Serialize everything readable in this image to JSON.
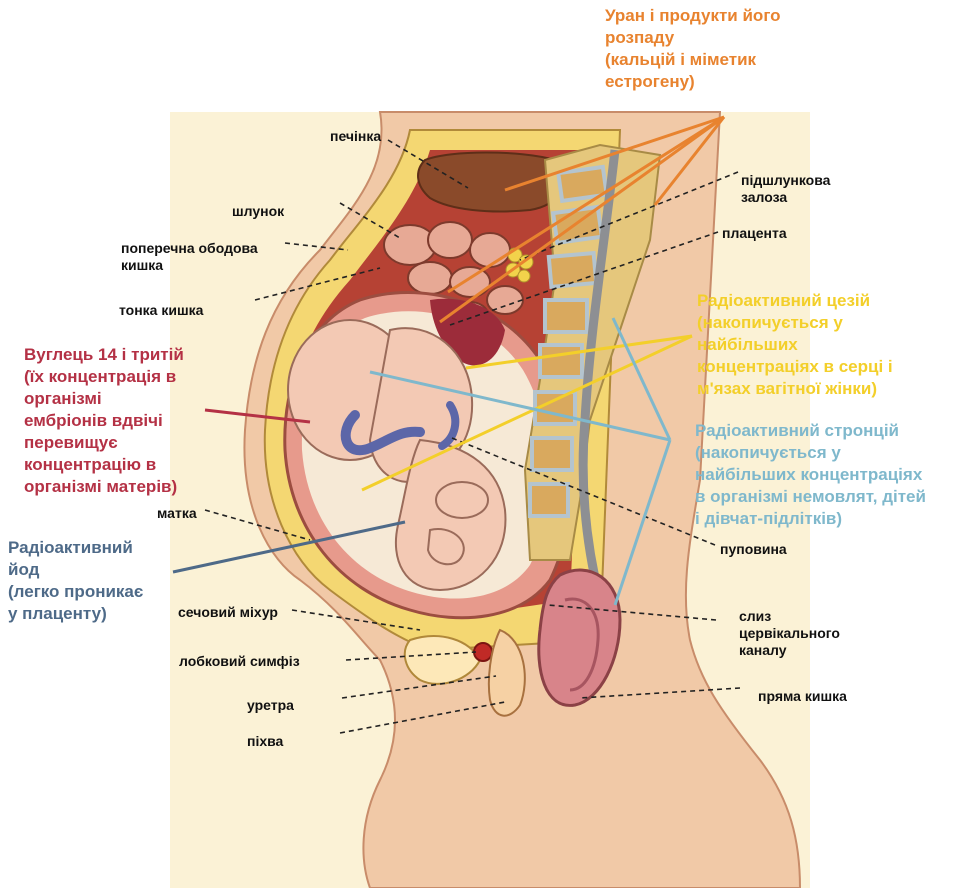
{
  "colors": {
    "uranium": "#e8832f",
    "cesium": "#f3cf2a",
    "strontium": "#7fb8cc",
    "carbon_tritium": "#b43145",
    "iodine": "#4e6a88",
    "label": "#111111",
    "leader": "#222222",
    "background_panel": "#fbf2d6"
  },
  "anatomy_labels": {
    "liver": "печінка",
    "stomach": "шлунок",
    "colon": "поперечна ободова\nкишка",
    "small_intestine": "тонка кишка",
    "pancreas": "підшлункова\nзалоза",
    "placenta": "плацента",
    "uterus": "матка",
    "umbilical_cord": "пуповина",
    "bladder": "сечовий міхур",
    "cervical_mucus": "слиз\nцервікального\nканалу",
    "pubic_symphysis": "лобковий симфіз",
    "urethra": "уретра",
    "rectum": "пряма кишка",
    "vagina": "піхва"
  },
  "radionuclides": {
    "uranium": "Уран і продукти його\nрозпаду\n(кальцій і міметик\nестрогену)",
    "cesium": "Радіоактивний цезій\n(накопичується у\nнайбільших\nконцентраціях в серці і\nм'язах вагітної жінки)",
    "strontium": "Радіоактивний стронцій\n(накопичується у\nнайбільших концентраціях\nв організмі немовлят, дітей\nі дівчат-підлітків)",
    "carbon_tritium": "Вуглець 14 і тритій\n(їх концентрація в\nорганізмі\nембріонів вдвічі\nперевищує\nконцентрацію в\nорганізмі матерів)",
    "iodine": "Радіоактивний\nйод\n(легко проникає\nу плаценту)"
  }
}
